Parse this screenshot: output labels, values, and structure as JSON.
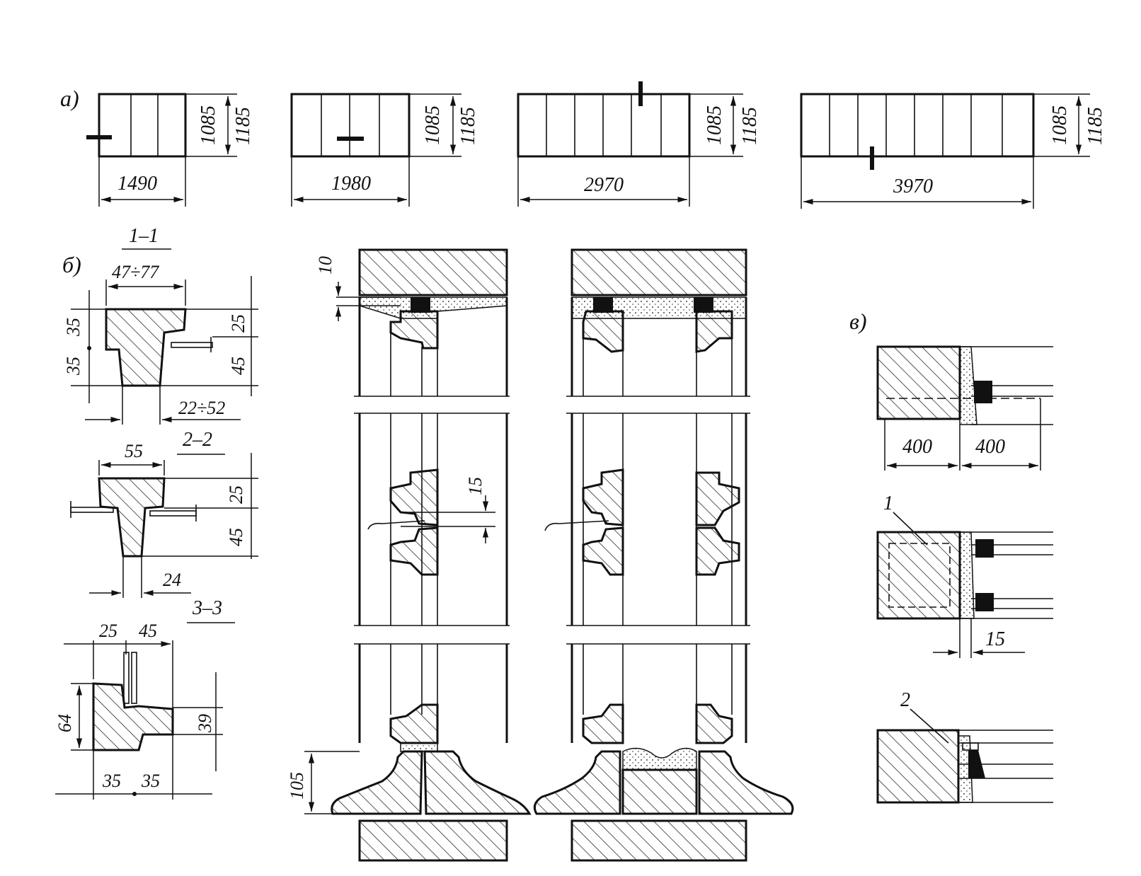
{
  "labels": {
    "a": "а)",
    "b": "б)",
    "v": "в)",
    "s11": "1–1",
    "s22": "2–2",
    "s33": "3–3",
    "c1": "1",
    "c2": "2"
  },
  "panels_a": [
    {
      "width": "1490",
      "h1": "1085",
      "h2": "1185"
    },
    {
      "width": "1980",
      "h1": "1085",
      "h2": "1185"
    },
    {
      "width": "2970",
      "h1": "1085",
      "h2": "1185"
    },
    {
      "width": "3970",
      "h1": "1085",
      "h2": "1185"
    }
  ],
  "sec11": {
    "top": "47÷77",
    "bottom": "22÷52",
    "l1": "35",
    "l2": "35",
    "r1": "25",
    "r2": "45"
  },
  "sec22": {
    "top": "55",
    "bottom": "24",
    "r1": "25",
    "r2": "45"
  },
  "sec33": {
    "t1": "25",
    "t2": "45",
    "left": "64",
    "right": "39",
    "b1": "35",
    "b2": "35"
  },
  "center": {
    "d10": "10",
    "d15": "15",
    "d105": "105"
  },
  "right": {
    "w1": "400",
    "w2": "400",
    "d15": "15"
  }
}
